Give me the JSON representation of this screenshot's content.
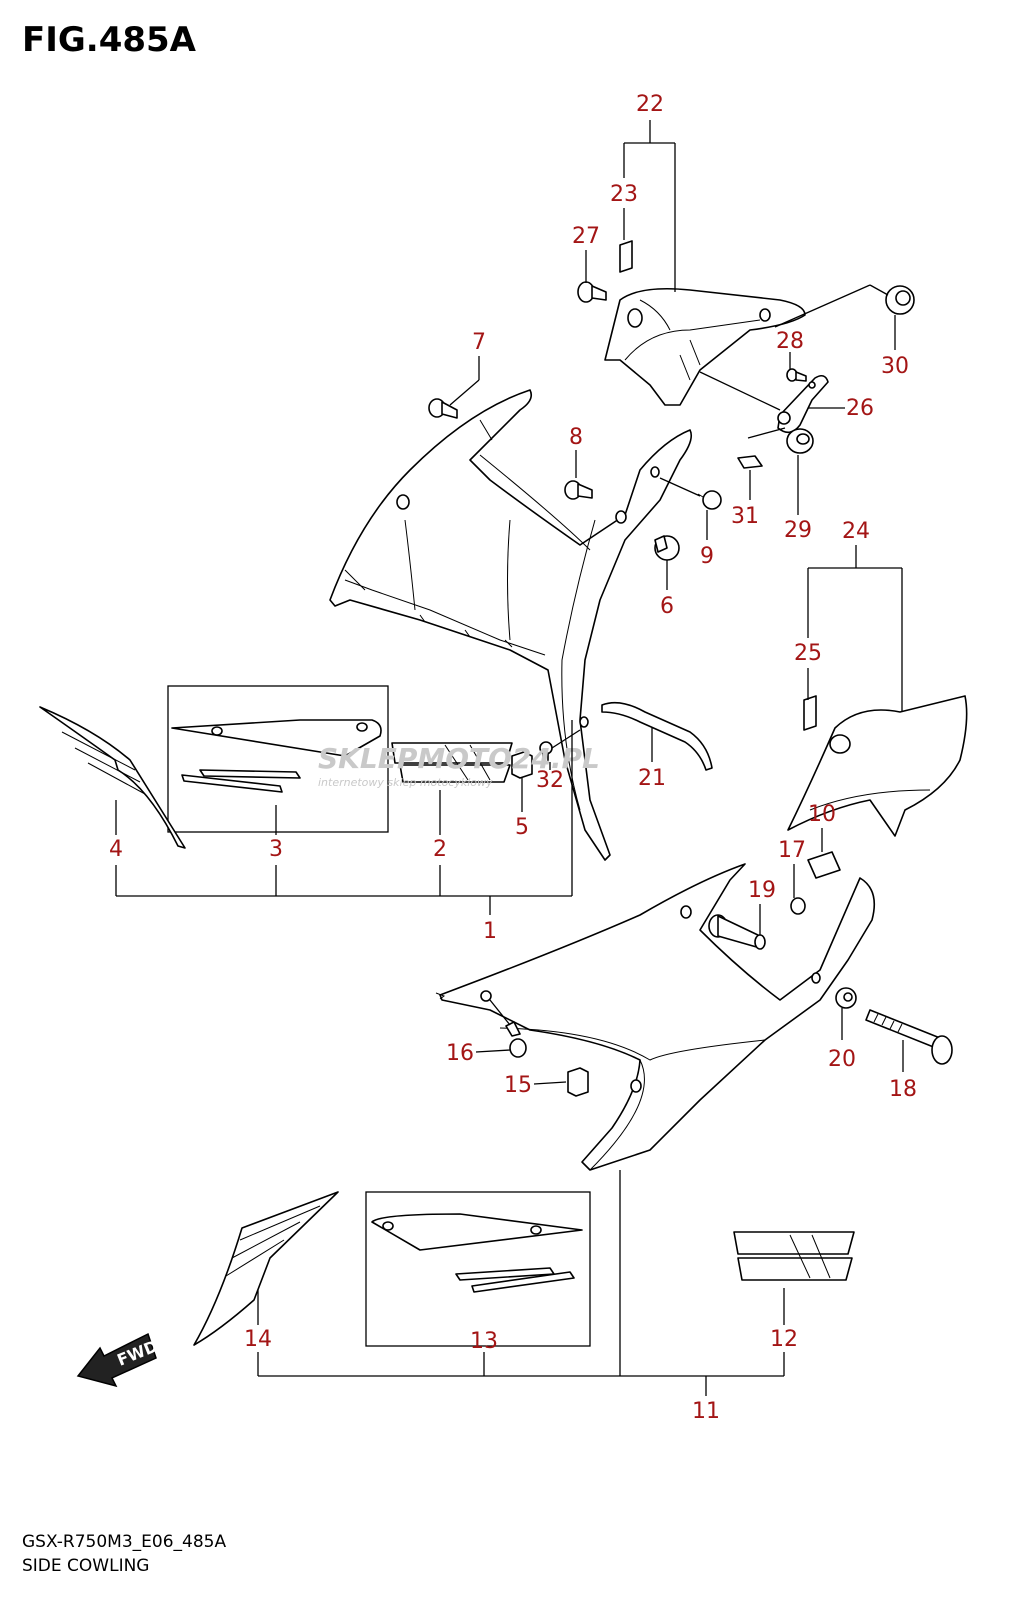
{
  "title": "FIG.485A",
  "footer": {
    "model_code": "GSX-R750M3_E06_485A",
    "section_name": "SIDE COWLING"
  },
  "watermark": {
    "main": "SKLEPMOTO24.PL",
    "sub": "internetowy sklep motocyklowy"
  },
  "fwd_label": "FWD",
  "callouts": {
    "c1": "1",
    "c2": "2",
    "c3": "3",
    "c4": "4",
    "c5": "5",
    "c6": "6",
    "c7": "7",
    "c8": "8",
    "c9": "9",
    "c10": "10",
    "c11": "11",
    "c12": "12",
    "c13": "13",
    "c14": "14",
    "c15": "15",
    "c16": "16",
    "c17": "17",
    "c18": "18",
    "c19": "19",
    "c20": "20",
    "c21": "21",
    "c22": "22",
    "c23": "23",
    "c24": "24",
    "c25": "25",
    "c26": "26",
    "c27": "27",
    "c28": "28",
    "c29": "29",
    "c30": "30",
    "c31": "31",
    "c32": "32"
  },
  "colors": {
    "callout": "#a31515",
    "line": "#000000",
    "watermark": "#c9c9c9"
  }
}
